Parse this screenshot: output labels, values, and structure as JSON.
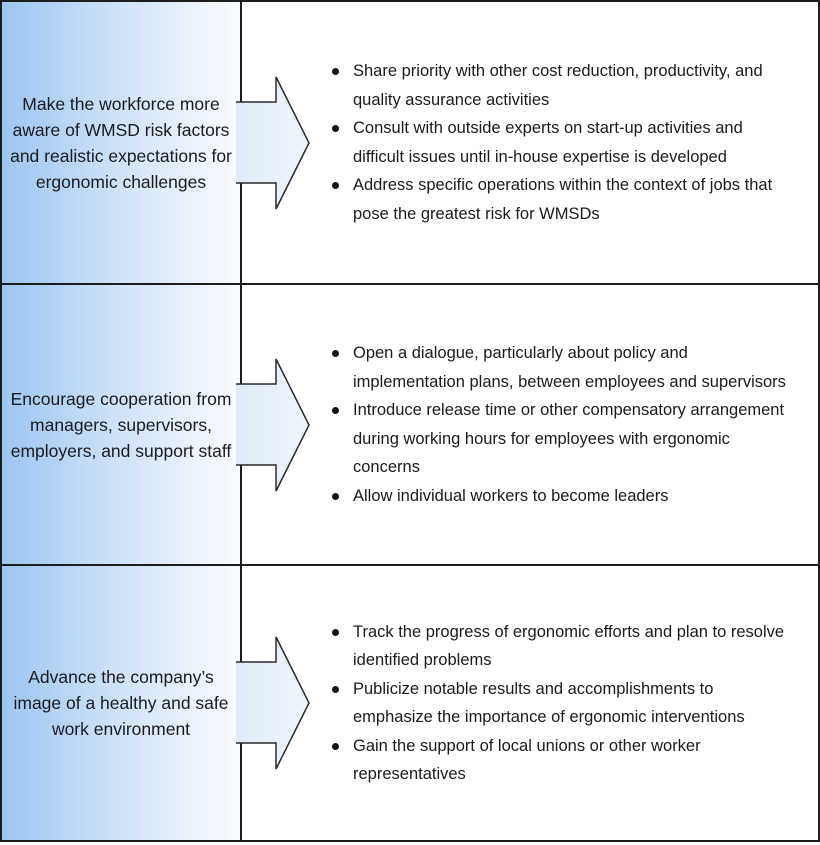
{
  "diagram": {
    "type": "goal-to-strategies table",
    "topic": "WMSD ergonomics program goals and supporting actions"
  },
  "colors": {
    "goal_gradient_start": "#9cc6f2",
    "goal_gradient_mid": "#cfe2f8",
    "goal_gradient_end": "#fafcff",
    "arrow_fill_start": "#e0ebf7",
    "arrow_fill_end": "#eef5fc",
    "border": "#1d1d1d",
    "text": "#1b1b1f"
  },
  "arrow": {
    "shape": "right-block-arrow",
    "description": "open-tailed block arrow pointing right from goal cell to bullet list"
  },
  "rows": [
    {
      "goal": "Make the workforce more aware of WMSD risk factors and realistic expectations for ergonomic challenges",
      "bullets": [
        "Share priority with other cost reduction, productivity, and quality assurance activities",
        "Consult with outside experts on start-up activities and difficult issues until in-house expertise is developed",
        "Address specific operations within the context of jobs that pose the greatest risk for WMSDs"
      ]
    },
    {
      "goal": "Encourage cooperation from managers, supervisors, employers, and support staff",
      "bullets": [
        "Open a dialogue, particularly about policy and implementation plans, between employees and supervisors",
        "Introduce release time or other compensatory arrangement during working hours for employees with ergonomic concerns",
        "Allow individual workers to become leaders"
      ]
    },
    {
      "goal": "Advance the company’s image of a healthy and safe work environment",
      "bullets": [
        "Track the progress of ergonomic efforts and plan to resolve identified problems",
        "Publicize notable results and accomplishments to emphasize the importance of ergonomic interventions",
        "Gain the support of local unions or other worker representatives"
      ]
    }
  ]
}
